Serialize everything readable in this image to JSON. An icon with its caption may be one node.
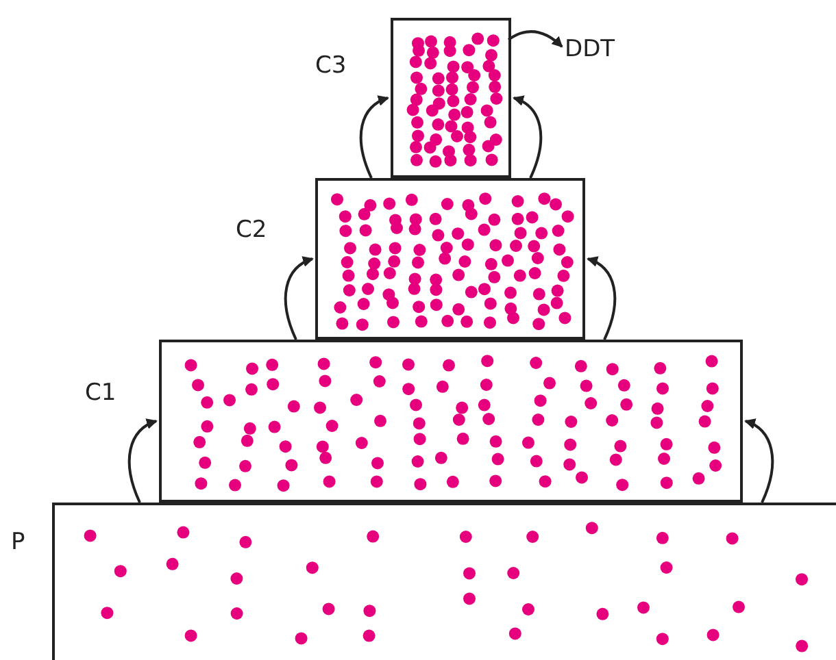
{
  "diagram": {
    "nodes": [
      {
        "text": [],
        "beside": [
          "P"
        ],
        "shape": "box"
      },
      {
        "text": [],
        "beside": [
          "C1"
        ],
        "shape": "box"
      },
      {
        "text": [],
        "beside": [
          "C2"
        ],
        "shape": "box"
      },
      {
        "text": [],
        "beside": [
          "C3"
        ],
        "shape": "box"
      },
      {
        "text": [
          "DDT"
        ]
      }
    ],
    "edges": [
      {
        "from": 0,
        "to": 1,
        "arrow": "to"
      },
      {
        "from": 0,
        "to": 1,
        "arrow": "to"
      },
      {
        "from": 1,
        "to": 2,
        "arrow": "to"
      },
      {
        "from": 1,
        "to": 2,
        "arrow": "to"
      },
      {
        "from": 2,
        "to": 3,
        "arrow": "to"
      },
      {
        "from": 2,
        "to": 3,
        "arrow": "to"
      },
      {
        "from": 3,
        "to": 4,
        "arrow": "to"
      }
    ]
  }
}
